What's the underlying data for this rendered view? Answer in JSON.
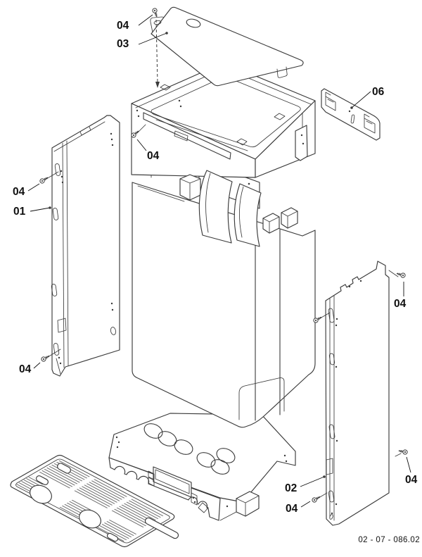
{
  "figure": {
    "kind": "exploded-parts-diagram",
    "drawing_number": "02 - 07 - 086.02",
    "colors": {
      "background": "#ffffff",
      "line_color": "#3a3a3a",
      "label_color": "#0f0f0f",
      "vent_color": "#6a6a6a"
    },
    "icons": {
      "screw": "screw-icon",
      "arrow": "arrow-down-icon"
    },
    "callouts": [
      {
        "label": "04"
      },
      {
        "label": "03"
      },
      {
        "label": "06"
      },
      {
        "label": "04"
      },
      {
        "label": "04"
      },
      {
        "label": "01"
      },
      {
        "label": "04"
      },
      {
        "label": "04"
      },
      {
        "label": "04"
      },
      {
        "label": "02"
      },
      {
        "label": "04"
      }
    ]
  }
}
